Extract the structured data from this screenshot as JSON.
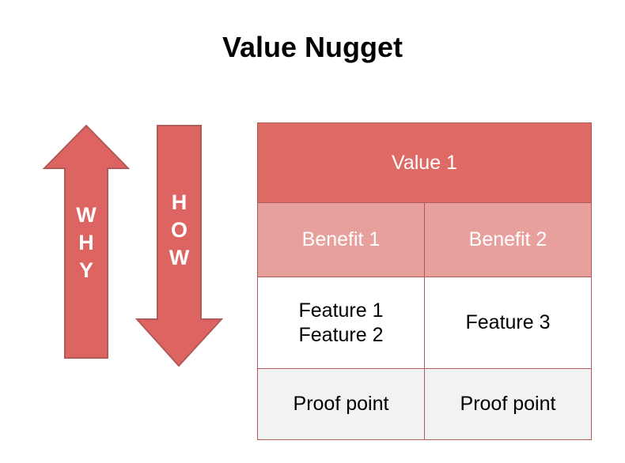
{
  "slide": {
    "title": "Value Nugget",
    "background_color": "#ffffff",
    "title_color": "#000000"
  },
  "arrows": {
    "why": {
      "label": "WHY",
      "letters": [
        "W",
        "H",
        "Y"
      ],
      "direction": "up",
      "fill_color": "#dd6461",
      "stroke_color": "#b05a5a",
      "text_color": "#ffffff"
    },
    "how": {
      "label": "HOW",
      "letters": [
        "H",
        "O",
        "W"
      ],
      "direction": "down",
      "fill_color": "#dd6461",
      "stroke_color": "#b05a5a",
      "text_color": "#ffffff"
    }
  },
  "table": {
    "border_color": "#b05a5a",
    "rows": [
      {
        "name": "value-row",
        "fill": "#de6a66",
        "text_color": "#ffffff",
        "cells": [
          {
            "text": "Value 1",
            "colspan": 2
          }
        ]
      },
      {
        "name": "benefit-row",
        "fill": "#e8a09d",
        "text_color": "#ffffff",
        "cells": [
          {
            "text": "Benefit 1",
            "colspan": 1
          },
          {
            "text": "Benefit 2",
            "colspan": 1
          }
        ]
      },
      {
        "name": "feature-row",
        "fill": "#ffffff",
        "text_color": "#000000",
        "cells": [
          {
            "line1": "Feature 1",
            "line2": "Feature 2",
            "colspan": 1
          },
          {
            "text": "Feature 3",
            "colspan": 1
          }
        ]
      },
      {
        "name": "proof-row",
        "fill": "#f2f2f2",
        "text_color": "#000000",
        "cells": [
          {
            "text": "Proof point",
            "colspan": 1
          },
          {
            "text": "Proof point",
            "colspan": 1
          }
        ]
      }
    ]
  }
}
